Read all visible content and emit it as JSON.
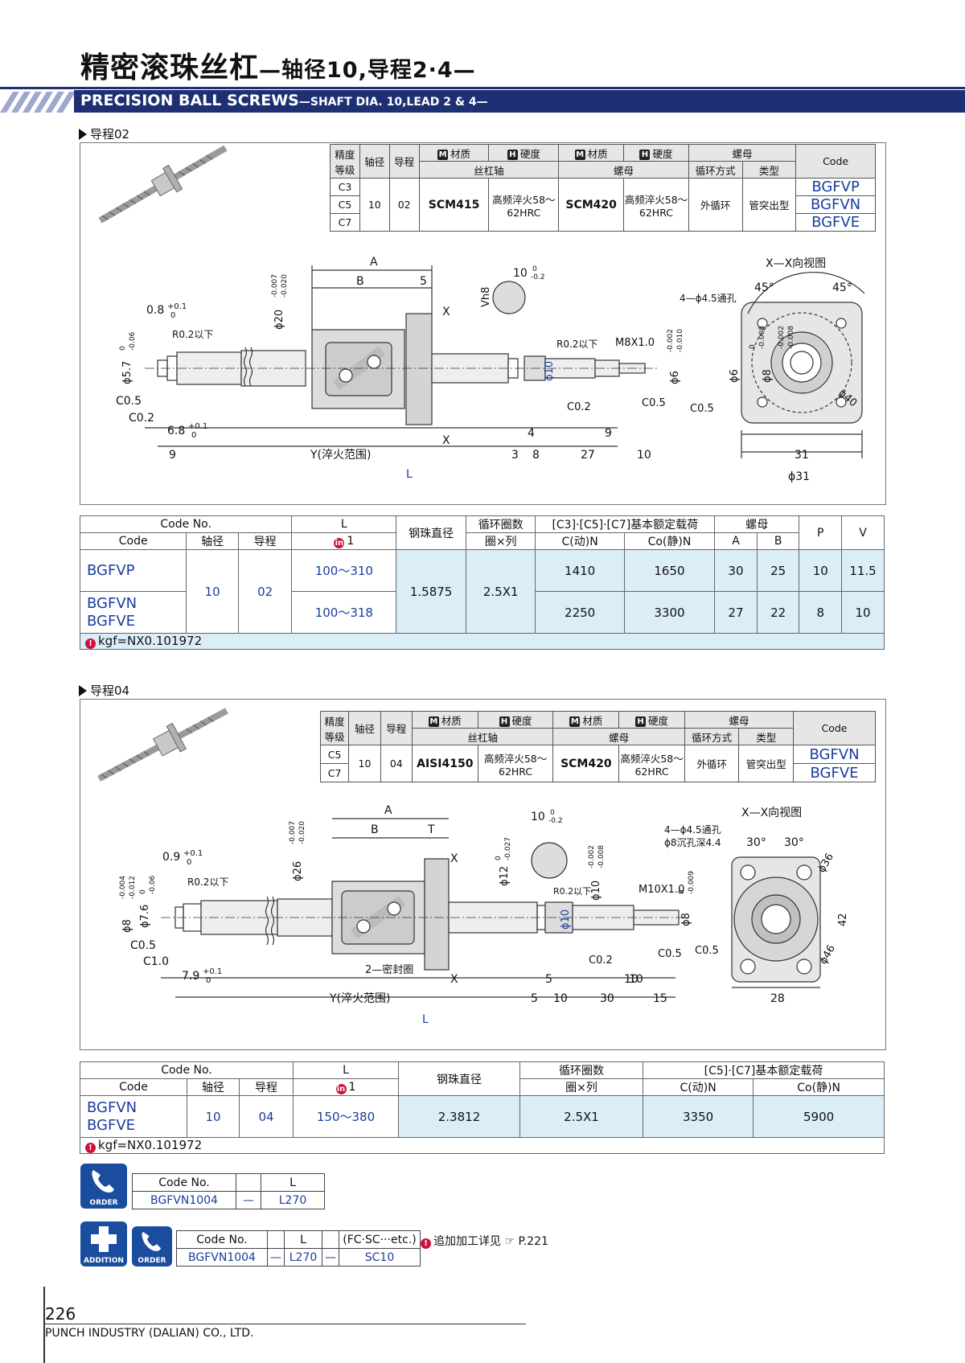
{
  "title": {
    "cn": "精密滚珠丝杠",
    "cn_sub": "—轴径10,导程2·4—",
    "en": "PRECISION BALL SCREWS",
    "en_sub": "—SHAFT DIA. 10,LEAD 2 & 4—"
  },
  "sec1": {
    "label": "导程02",
    "spec_headers": {
      "grade": "精度等级",
      "shaft": "轴径",
      "lead": "导程",
      "mat": "材质",
      "hard": "硬度",
      "screw_shaft": "丝杠轴",
      "nut": "螺母",
      "nut_group": "螺母",
      "circ": "循环方式",
      "type": "类型",
      "code": "Code"
    },
    "spec": {
      "grades": [
        "C3",
        "C5",
        "C7"
      ],
      "shaft": "10",
      "lead": "02",
      "shaft_mat": "SCM415",
      "shaft_hard": "高频淬火58～62HRC",
      "nut_mat": "SCM420",
      "nut_hard": "高频淬火58～62HRC",
      "circ": "外循环",
      "type": "管突出型",
      "codes": [
        "BGFVP",
        "BGFVN",
        "BGFVE"
      ]
    },
    "drawing": {
      "view_title": "X—X向视图",
      "labels": [
        "A",
        "B",
        "5",
        "0.8",
        "+0.1",
        "0",
        "R0.2以下",
        "ϕ20",
        "-0.007",
        "-0.020",
        "X",
        "10",
        "0",
        "-0.2",
        "Vh8",
        "R0.2以下",
        "M8X1.0",
        "ϕ6",
        "-0.002",
        "-0.010",
        "ϕ5.7",
        "0",
        "-0.06",
        "C0.5",
        "C0.2",
        "6.8",
        "+0.1",
        "0",
        "ϕ10",
        "C0.2",
        "C0.5",
        "C0.5",
        "ϕ6",
        "0",
        "-0.008",
        "ϕ8",
        "-0.002",
        "-0.008",
        "X",
        "4",
        "9",
        "9",
        "Y(淬火范围)",
        "3",
        "8",
        "27",
        "10",
        "L",
        "4—ϕ4.5通孔",
        "45°",
        "45°",
        "ϕ40",
        "31",
        "ϕ31"
      ]
    },
    "data_headers": {
      "codeno": "Code No.",
      "code": "Code",
      "shaft": "轴径",
      "lead": "导程",
      "L": "L",
      "L_unit": "1",
      "ball": "钢珠直径",
      "circ": "循环圈数",
      "circ2": "圈×列",
      "load": "[C3]·[C5]·[C7]基本额定载荷",
      "c": "C(动)N",
      "co": "Co(静)N",
      "nut": "螺母",
      "A": "A",
      "B": "B",
      "P": "P",
      "V": "V"
    },
    "rows": [
      {
        "codes": "BGFVP",
        "L": "100～310",
        "C": "1410",
        "Co": "1650",
        "A": "30",
        "B": "25",
        "P": "10",
        "V": "11.5"
      },
      {
        "codes": "BGFVN BGFVE",
        "L": "100～318",
        "C": "2250",
        "Co": "3300",
        "A": "27",
        "B": "22",
        "P": "8",
        "V": "10"
      }
    ],
    "shared": {
      "shaft": "10",
      "lead": "02",
      "ball": "1.5875",
      "circ": "2.5X1"
    },
    "note": "kgf=NX0.101972"
  },
  "sec2": {
    "label": "导程04",
    "spec": {
      "grades": [
        "C5",
        "C7"
      ],
      "shaft": "10",
      "lead": "04",
      "shaft_mat": "AISI4150",
      "shaft_hard": "高频淬火58～62HRC",
      "nut_mat": "SCM420",
      "nut_hard": "高频淬火58～62HRC",
      "circ": "外循环",
      "type": "管突出型",
      "codes": [
        "BGFVN",
        "BGFVE"
      ]
    },
    "drawing": {
      "view_title": "X—X向视图",
      "labels": [
        "A",
        "B",
        "T",
        "0.9",
        "+0.1",
        "0",
        "R0.2以下",
        "ϕ26",
        "-0.007",
        "-0.020",
        "X",
        "10",
        "0",
        "-0.2",
        "ϕ12",
        "0",
        "-0.027",
        "R0.2以下",
        "ϕ10",
        "-0.002",
        "-0.008",
        "M10X1.0",
        "ϕ8",
        "0",
        "-0.009",
        "ϕ8",
        "-0.004",
        "-0.012",
        "ϕ7.6",
        "0",
        "-0.06",
        "C0.5",
        "C1.0",
        "7.9",
        "+0.1",
        "0",
        "2—密封圈",
        "ϕ10",
        "X",
        "5",
        "10",
        "C0.2",
        "C0.5",
        "C0.5",
        "10",
        "Y(淬火范围)",
        "5",
        "10",
        "30",
        "15",
        "L",
        "4—ϕ4.5通孔",
        "ϕ8沉孔深4.4",
        "30°",
        "30°",
        "ϕ36",
        "ϕ46",
        "42",
        "28"
      ]
    },
    "data_headers": {
      "load": "[C5]·[C7]基本额定载荷"
    },
    "row": {
      "codes": "BGFVN BGFVE",
      "shaft": "10",
      "lead": "04",
      "L": "150～380",
      "ball": "2.3812",
      "circ": "2.5X1",
      "C": "3350",
      "Co": "5900"
    },
    "note": "kgf=NX0.101972"
  },
  "order": {
    "icon": "ORDER",
    "h1": "Code No.",
    "h2": "L",
    "v1": "BGFVN1004",
    "dash": "—",
    "v2": "L270"
  },
  "addition": {
    "icon1": "ADDITION",
    "icon2": "ORDER",
    "h1": "Code No.",
    "h2": "L",
    "h3": "(FC·SC···etc.)",
    "v1": "BGFVN1004",
    "v2": "L270",
    "v3": "SC10",
    "dash": "—",
    "note": "追加加工详见",
    "page_ref": "P.221"
  },
  "footer": {
    "page": "226",
    "company": "PUNCH INDUSTRY (DALIAN) CO., LTD."
  },
  "colors": {
    "navy": "#1f2f74",
    "code_blue": "#1b3d9c",
    "cell_blue": "#dbeef8",
    "note_red": "#d0103a"
  }
}
